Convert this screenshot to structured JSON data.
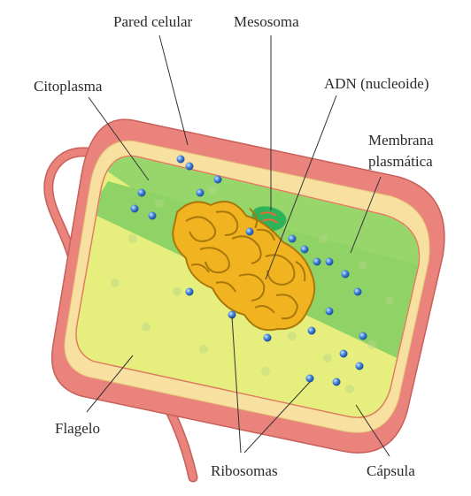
{
  "diagram": {
    "labels": {
      "pared_celular": "Pared celular",
      "mesosoma": "Mesosoma",
      "citoplasma": "Citoplasma",
      "adn": "ADN (nucleoide)",
      "membrana_line1": "Membrana",
      "membrana_line2": "plasmática",
      "flagelo": "Flagelo",
      "ribosomas": "Ribosomas",
      "capsula": "Cápsula"
    },
    "colors": {
      "capsule": "#e9837c",
      "cell_wall": "#f7e0a0",
      "membrane": "#e07a5f",
      "cytoplasm_light": "#e6ee7d",
      "cytoplasm_green": "#96d66a",
      "dna": "#f2b320",
      "dna_outline": "#a9780b",
      "mesosome": "#2fb35a",
      "ribosome": "#3b7fd6",
      "flagellum": "#e9837c"
    }
  }
}
